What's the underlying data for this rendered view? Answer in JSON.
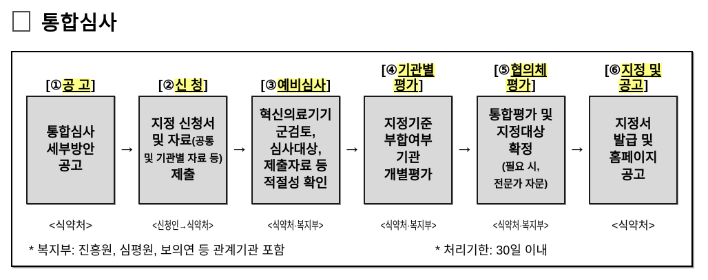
{
  "page": {
    "title_prefix": "□",
    "title": "통합심사"
  },
  "colors": {
    "box_fill": "#d9d9d9",
    "box_border": "#1a1a1a",
    "highlight": "#ffff85",
    "outer_border": "#000000"
  },
  "arrow_icon": "→",
  "steps": [
    {
      "header_lines": [
        [
          {
            "t": "[①"
          },
          {
            "t": "공 고",
            "hl": true
          },
          {
            "t": "]"
          }
        ]
      ],
      "box_lines": [
        [
          {
            "t": "통합심사"
          }
        ],
        [
          {
            "t": "세부방안"
          }
        ],
        [
          {
            "t": "공고"
          }
        ]
      ],
      "agency": {
        "text": "<식약처>",
        "condensed": false
      }
    },
    {
      "header_lines": [
        [
          {
            "t": "[②"
          },
          {
            "t": "신 청",
            "hl": true
          },
          {
            "t": "]"
          }
        ]
      ],
      "box_lines": [
        [
          {
            "t": "지정 신청서"
          }
        ],
        [
          {
            "t": "및 자료"
          },
          {
            "t": "(공통",
            "sm": true
          }
        ],
        [
          {
            "t": "및 기관별 자료 등)",
            "sm": true
          }
        ],
        [
          {
            "t": "제출"
          }
        ]
      ],
      "agency": {
        "text": "<신청인→식약처>",
        "condensed": true
      }
    },
    {
      "header_lines": [
        [
          {
            "t": "[③"
          },
          {
            "t": "예비심사",
            "hl": true
          },
          {
            "t": "]"
          }
        ]
      ],
      "box_lines": [
        [
          {
            "t": "혁신의료기기"
          }
        ],
        [
          {
            "t": "군검토,"
          }
        ],
        [
          {
            "t": "심사대상,"
          }
        ],
        [
          {
            "t": "제출자료 등"
          }
        ],
        [
          {
            "t": "적절성 확인"
          }
        ]
      ],
      "agency": {
        "text": "<식약처·복지부>",
        "condensed": true
      }
    },
    {
      "header_lines": [
        [
          {
            "t": "[④"
          },
          {
            "t": "기관별",
            "hl": true
          }
        ],
        [
          {
            "t": "평가",
            "hl": true
          },
          {
            "t": "]"
          }
        ]
      ],
      "box_lines": [
        [
          {
            "t": "지정기준"
          }
        ],
        [
          {
            "t": "부합여부"
          }
        ],
        [
          {
            "t": "기관"
          }
        ],
        [
          {
            "t": "개별평가"
          }
        ]
      ],
      "agency": {
        "text": "<식약처·복지부>",
        "condensed": true
      }
    },
    {
      "header_lines": [
        [
          {
            "t": "[⑤"
          },
          {
            "t": "협의체",
            "hl": true
          }
        ],
        [
          {
            "t": "평가",
            "hl": true
          },
          {
            "t": "]"
          }
        ]
      ],
      "box_lines": [
        [
          {
            "t": "통합평가 및"
          }
        ],
        [
          {
            "t": "지정대상"
          }
        ],
        [
          {
            "t": "확정"
          }
        ],
        [
          {
            "t": "(필요 시,",
            "sm": true
          }
        ],
        [
          {
            "t": "전문가 자문)",
            "sm": true
          }
        ]
      ],
      "agency": {
        "text": "<식약처·복지부>",
        "condensed": true
      }
    },
    {
      "header_lines": [
        [
          {
            "t": "[⑥"
          },
          {
            "t": "지정 및",
            "hl": true
          }
        ],
        [
          {
            "t": "공고",
            "hl": true
          },
          {
            "t": "]"
          }
        ]
      ],
      "box_lines": [
        [
          {
            "t": "지정서"
          }
        ],
        [
          {
            "t": "발급 및"
          }
        ],
        [
          {
            "t": "홈페이지"
          }
        ],
        [
          {
            "t": "공고"
          }
        ]
      ],
      "agency": {
        "text": "<식약처>",
        "condensed": false
      }
    }
  ],
  "footnotes": {
    "left": "* 복지부: 진흥원, 심평원, 보의연 등 관계기관 포함",
    "right": "* 처리기한: 30일 이내"
  }
}
